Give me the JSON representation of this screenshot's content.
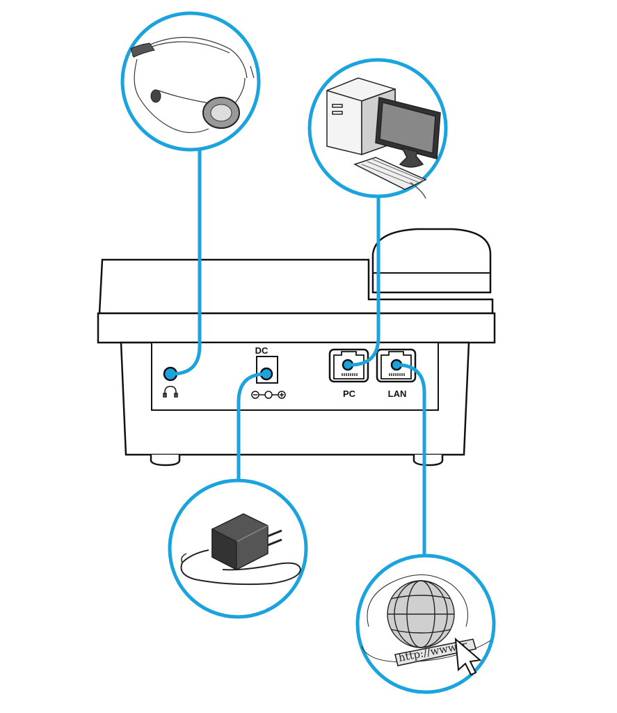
{
  "colors": {
    "accent": "#1aa3dc",
    "outline": "#111111",
    "background": "#ffffff"
  },
  "ports": {
    "dc_label": "DC",
    "pc_label": "PC",
    "lan_label": "LAN"
  },
  "devices": {
    "headset": "headset-icon",
    "computer": "computer-icon",
    "power_adapter": "power-adapter-icon",
    "internet": "globe-icon"
  },
  "internet": {
    "url_text": "http://www.ir"
  }
}
